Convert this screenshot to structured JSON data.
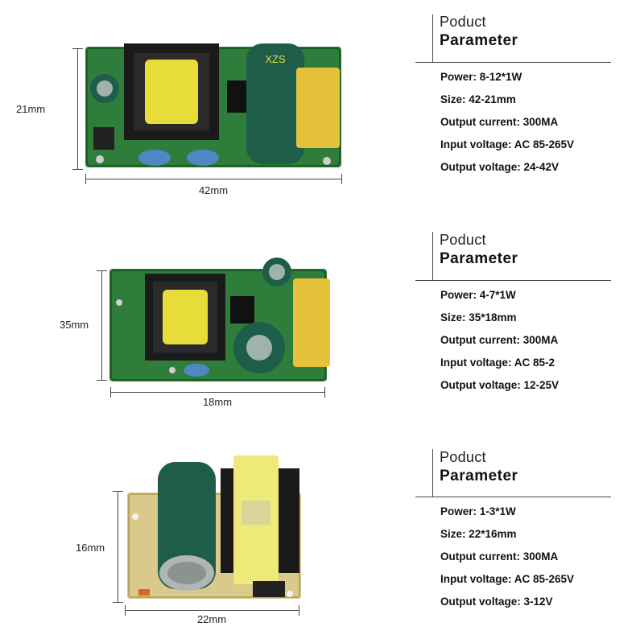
{
  "modules": [
    {
      "height_label": "21mm",
      "width_label": "42mm",
      "title_small": "Poduct",
      "title_big": "Parameter",
      "specs": [
        "Power: 8-12*1W",
        "Size: 42-21mm",
        "Output current: 300MA",
        "Input voltage: AC  85-265V",
        "Output voltage: 24-42V"
      ]
    },
    {
      "height_label": "35mm",
      "width_label": "18mm",
      "title_small": "Poduct",
      "title_big": "Parameter",
      "specs": [
        "Power: 4-7*1W",
        "Size: 35*18mm",
        "Output current: 300MA",
        "Input voltage: AC  85-2",
        "Output voltage: 12-25V"
      ]
    },
    {
      "height_label": "16mm",
      "width_label": "22mm",
      "title_small": "Poduct",
      "title_big": "Parameter",
      "specs": [
        "Power: 1-3*1W",
        "Size: 22*16mm",
        "Output current: 300MA",
        "Input voltage: AC  85-265V",
        "Output voltage: 3-12V"
      ]
    }
  ],
  "colors": {
    "pcb": "#2f7d3a",
    "transformer": "#e8dc3a",
    "capacitor": "#1f5d4b",
    "x_capacitor": "#e6c13a"
  }
}
